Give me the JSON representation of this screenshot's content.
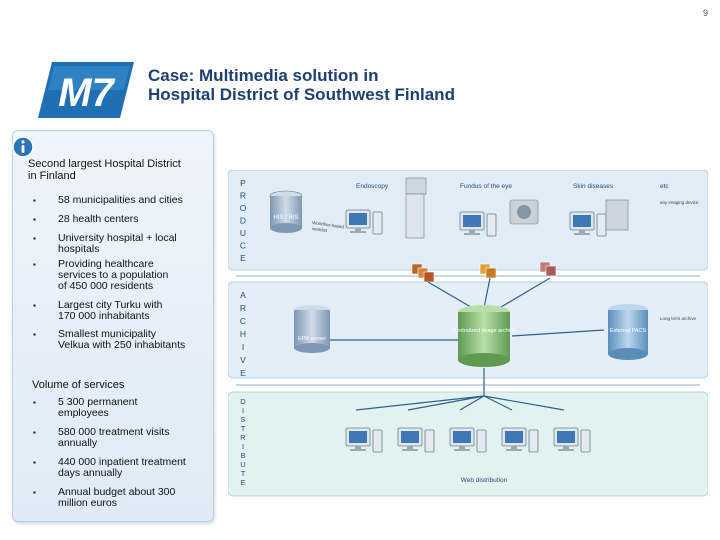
{
  "page_number": "9",
  "logo_text": "M7",
  "title": {
    "line1": "Case: Multimedia solution in",
    "line2": "Hospital District of Southwest Finland"
  },
  "left_panel": {
    "heading1": {
      "line1": "Second largest Hospital District",
      "line2": "in Finland"
    },
    "items1": [
      {
        "lines": [
          "58 municipalities and cities"
        ]
      },
      {
        "lines": [
          "28 health centers"
        ]
      },
      {
        "lines": [
          "University hospital + local",
          "hospitals"
        ]
      },
      {
        "lines": [
          "Providing healthcare",
          "services to a population",
          "of 450 000 residents"
        ]
      },
      {
        "lines": [
          "Largest city Turku with",
          "170 000 inhabitants"
        ]
      },
      {
        "lines": [
          "Smallest municipality",
          "Velkua with 250 inhabitants"
        ]
      }
    ],
    "heading2": "Volume of services",
    "items2": [
      {
        "lines": [
          "5 300 permanent",
          "employees"
        ]
      },
      {
        "lines": [
          "580 000 treatment visits",
          "annually"
        ]
      },
      {
        "lines": [
          "440 000 inpatient treatment",
          "days annually"
        ]
      },
      {
        "lines": [
          "Annual budget about 300",
          "million euros"
        ]
      }
    ]
  },
  "diagram": {
    "bands": {
      "produce": "PRODUCE",
      "archive": "ARCHIVE",
      "distribute": "DISTRIBUTE"
    },
    "sources": {
      "endoscopy": "Endoscopy",
      "fundus": "Fundus of the eye",
      "skin": "Skin diseases",
      "etc": "etc"
    },
    "labels": {
      "his_ris": "HIS / RIS",
      "work_order_1": "Workflow based",
      "work_order_2": "worklist",
      "other_imaging": "any imaging device",
      "epr_server": "EPR server",
      "centralized_archive": "Centralized image archive",
      "external_pacs": "External PACS",
      "long_term": "Long term archive",
      "web_distribution": "Web distribution"
    }
  }
}
